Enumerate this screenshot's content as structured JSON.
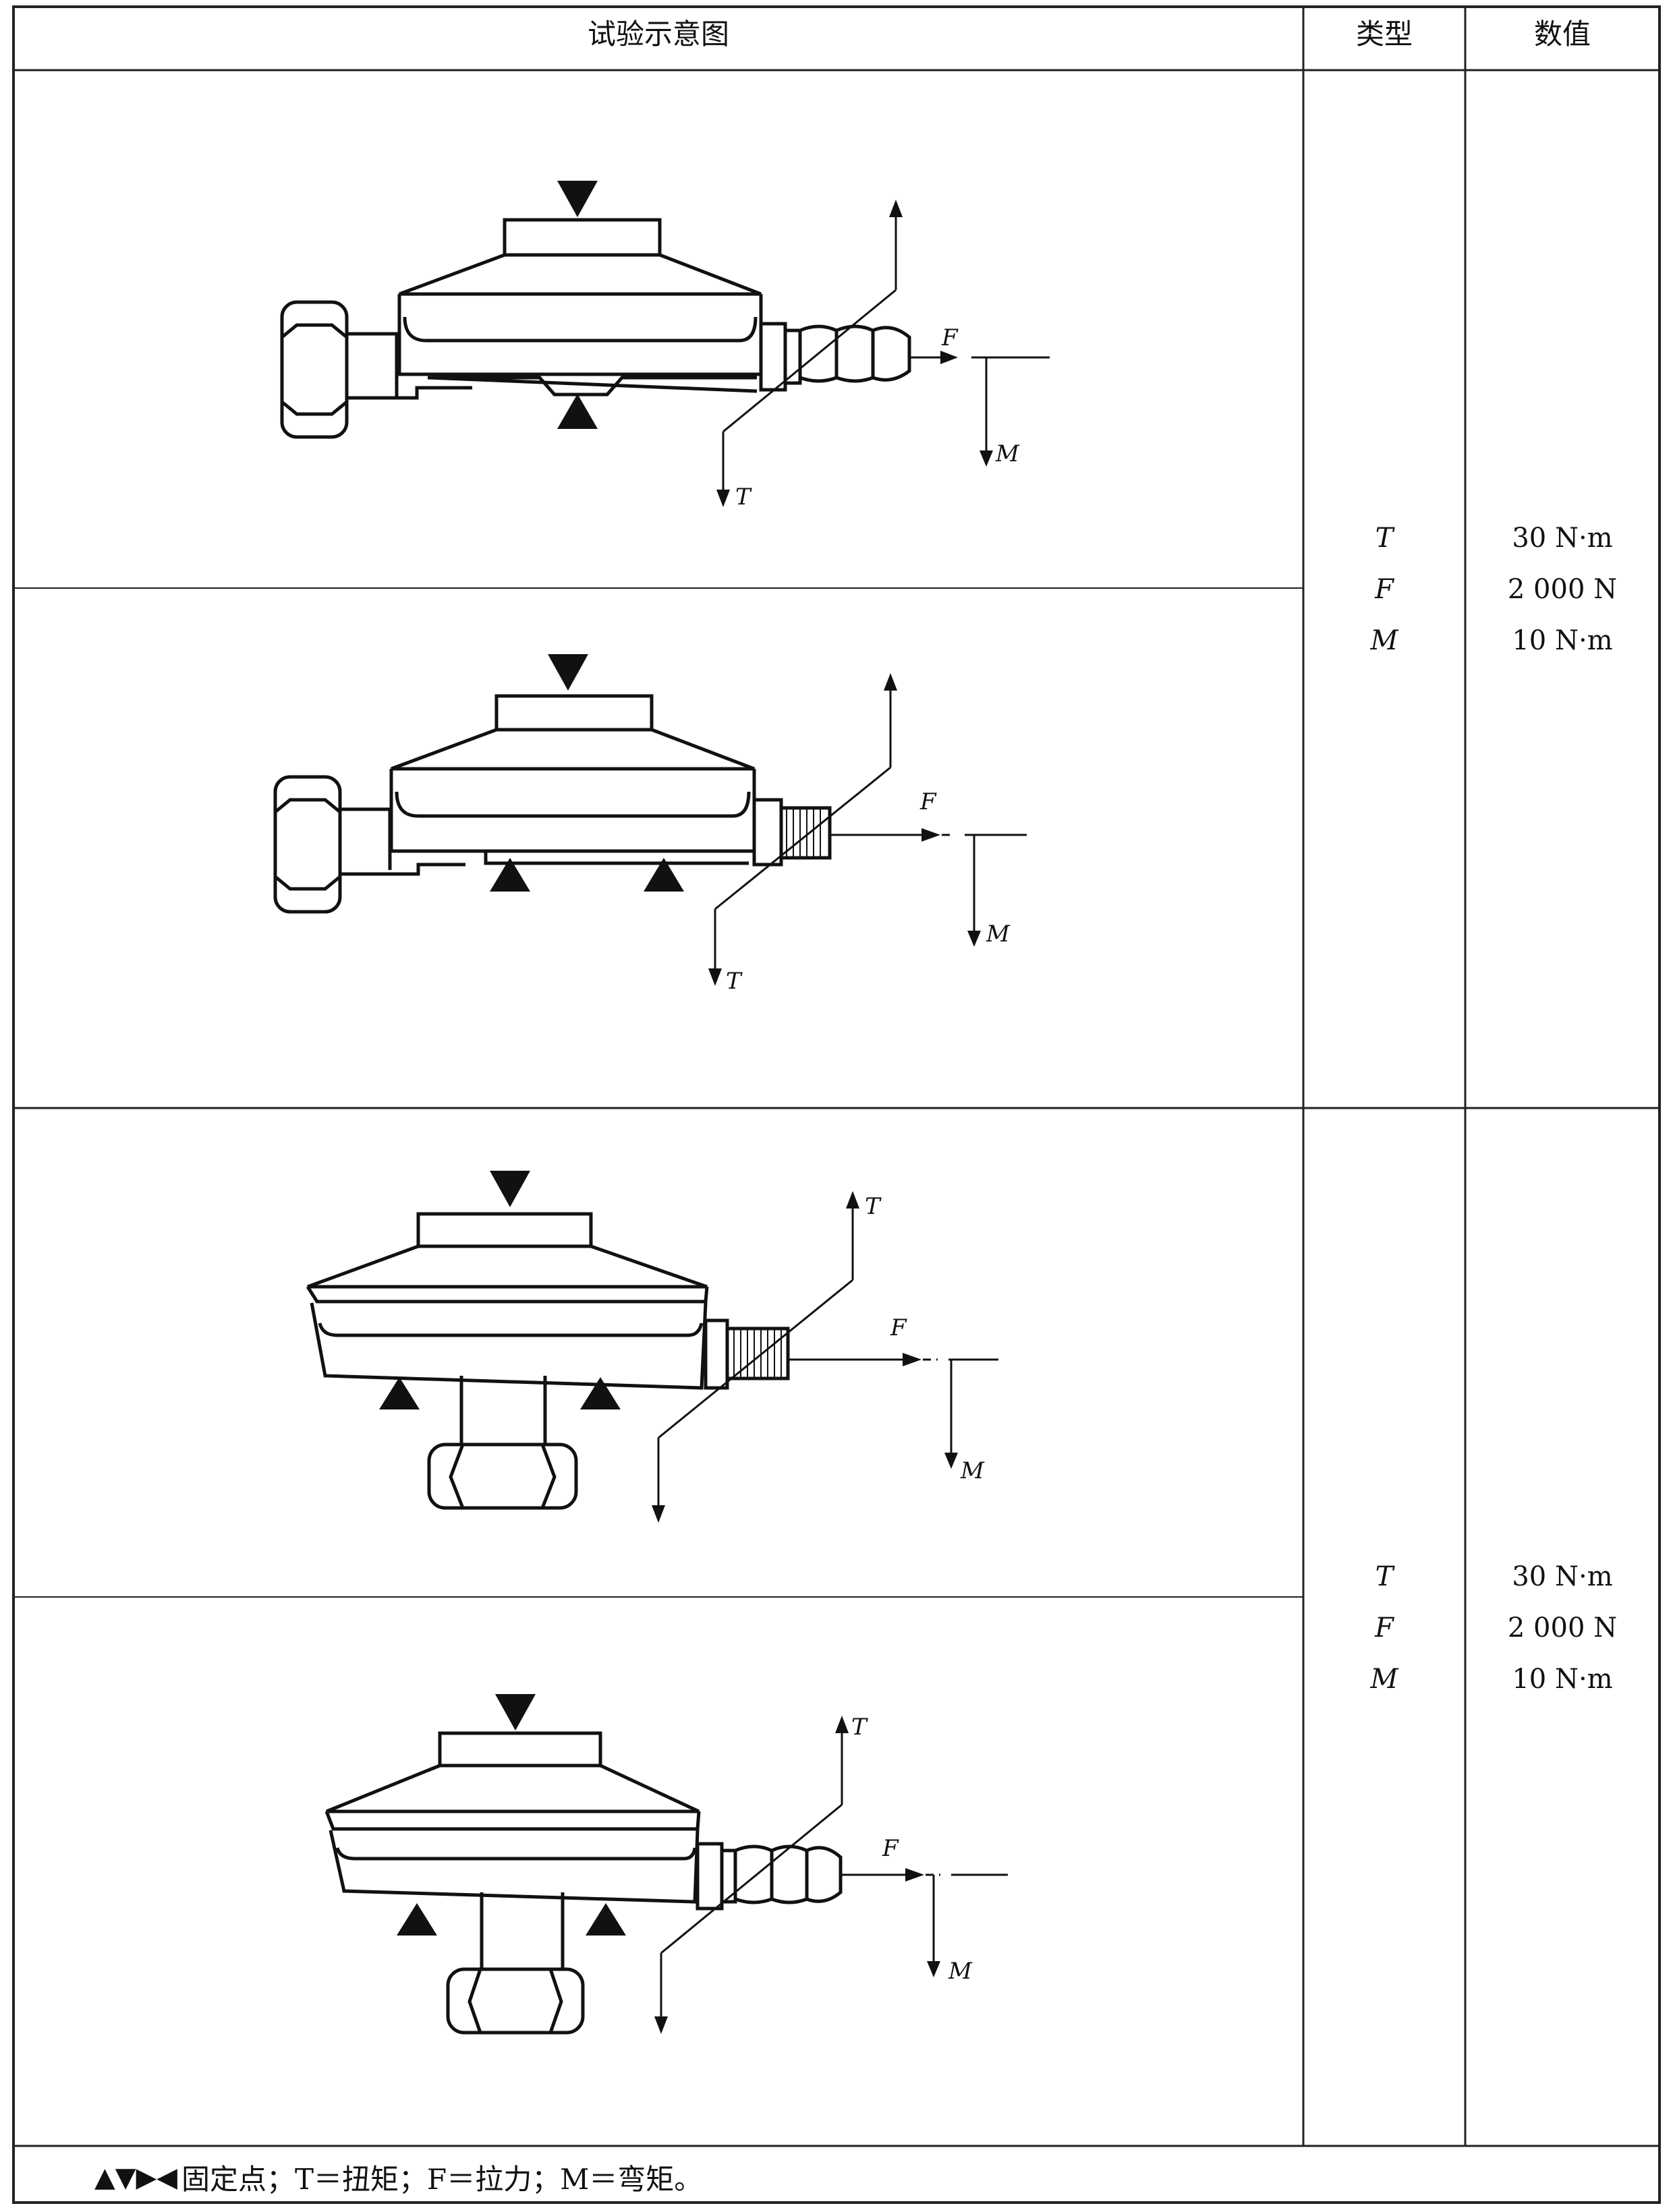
{
  "table": {
    "headers": {
      "diagram": "试验示意图",
      "type": "类型",
      "value": "数值"
    },
    "groups": [
      {
        "types": [
          "T",
          "F",
          "M"
        ],
        "values": [
          "30 N·m",
          "2 000 N",
          "10 N·m"
        ]
      },
      {
        "types": [
          "T",
          "F",
          "M"
        ],
        "values": [
          "30 N·m",
          "2 000 N",
          "10 N·m"
        ]
      }
    ]
  },
  "diagrams": {
    "torque_label": "T",
    "force_label": "F",
    "moment_label": "M"
  },
  "footnote": {
    "symbols": "▲▼▶◀",
    "text": "固定点；T＝扭矩；F＝拉力；M＝弯矩。"
  },
  "icons": {
    "fixed_point_up": "triangle-up-icon",
    "fixed_point_down": "triangle-down-icon"
  }
}
